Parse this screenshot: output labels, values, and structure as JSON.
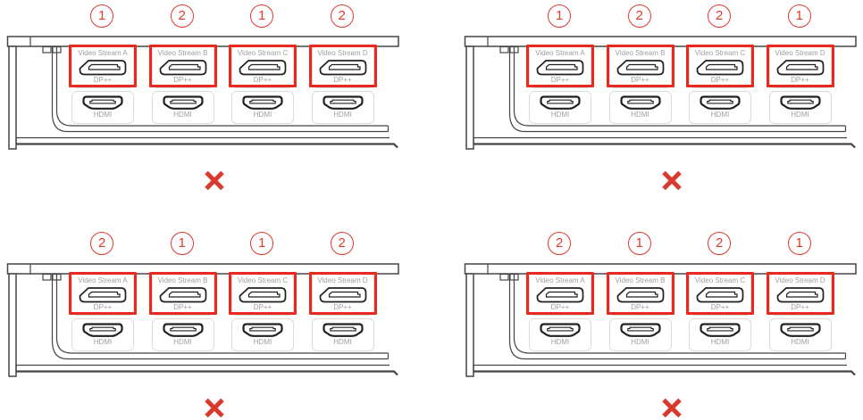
{
  "colors": {
    "accent_red": "#e0392d",
    "highlight_frame_red": "#e8291e",
    "x_mark_red": "#da392d",
    "line_art": "#454545",
    "muted_text": "#9e9e9e"
  },
  "icons": {
    "incorrect": "x-mark",
    "dp_port": "displayport-connector",
    "hdmi_port": "hdmi-connector"
  },
  "ports": {
    "streams": [
      "Video Stream A",
      "Video Stream B",
      "Video Stream C",
      "Video Stream D"
    ],
    "dp_label": "DP++",
    "hdmi_label": "HDMI"
  },
  "panels": [
    {
      "id": "top-left",
      "numbers": [
        "1",
        "2",
        "1",
        "2"
      ],
      "result": "incorrect"
    },
    {
      "id": "top-right",
      "numbers": [
        "1",
        "2",
        "2",
        "1"
      ],
      "result": "incorrect"
    },
    {
      "id": "bottom-left",
      "numbers": [
        "2",
        "1",
        "1",
        "2"
      ],
      "result": "incorrect"
    },
    {
      "id": "bottom-right",
      "numbers": [
        "2",
        "1",
        "2",
        "1"
      ],
      "result": "incorrect"
    }
  ]
}
